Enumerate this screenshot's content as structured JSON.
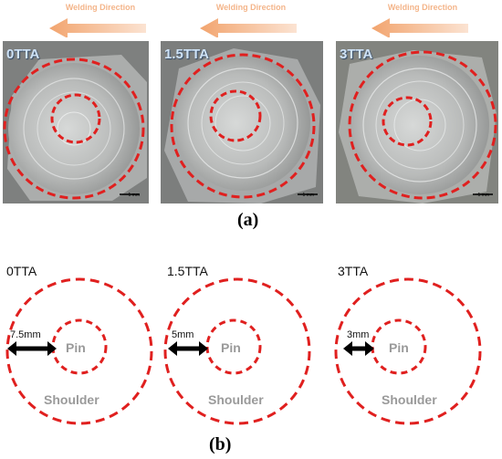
{
  "welding_direction": "Welding Direction",
  "photos": [
    {
      "label": "0TTA",
      "scale": "1 mm"
    },
    {
      "label": "1.5TTA",
      "scale": "1 mm"
    },
    {
      "label": "3TTA",
      "scale": "1 mm"
    }
  ],
  "caption_a": "(a)",
  "caption_b": "(b)",
  "schematics": [
    {
      "title": "0TTA",
      "distance": "7.5mm",
      "pin": "Pin",
      "shoulder": "Shoulder"
    },
    {
      "title": "1.5TTA",
      "distance": "5mm",
      "pin": "Pin",
      "shoulder": "Shoulder"
    },
    {
      "title": "3TTA",
      "distance": "3mm",
      "pin": "Pin",
      "shoulder": "Shoulder"
    }
  ],
  "colors": {
    "dashed_circle": "#e0201f",
    "arrow": "#f2a46e",
    "text_gray": "#9a9a9a"
  }
}
